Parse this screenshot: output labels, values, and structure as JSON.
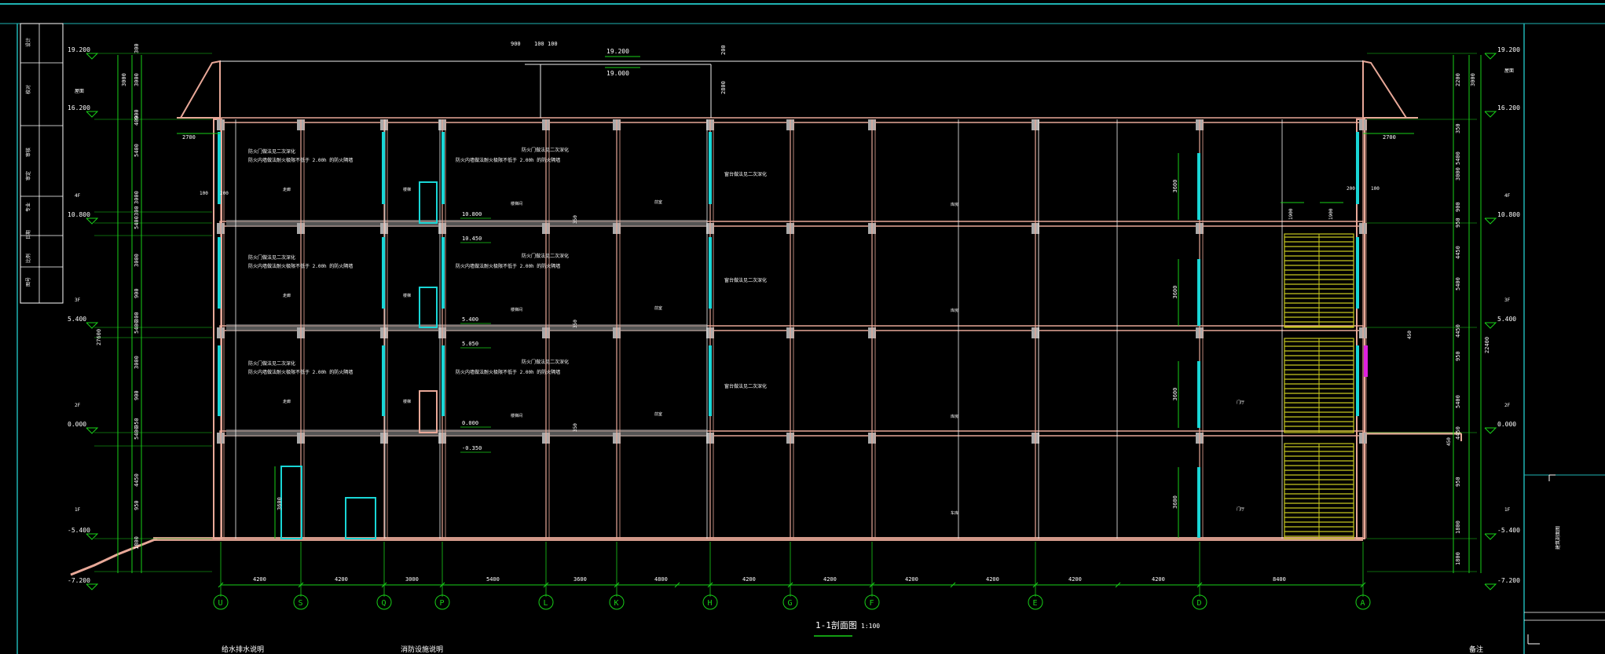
{
  "colors": {
    "background": "#000000",
    "frame": "#1fb3b3",
    "dimension": "#19d019",
    "wall": "#e8a898",
    "floor_slab": "#f0f0f0",
    "window": "#19d6d6",
    "stair": "#c8c820",
    "text": "#ffffff",
    "grid_bubble": "#19d019",
    "magenta": "#e020e0"
  },
  "drawing_title": "1-1剖面图",
  "drawing_scale": "1:100",
  "elevations_left": [
    "19.200",
    "16.200",
    "10.800",
    "5.400",
    "0.000",
    "-5.400",
    "-7.200"
  ],
  "elevations_right": [
    "19.200",
    "16.200",
    "10.800",
    "5.400",
    "0.000",
    "-5.400",
    "-7.200"
  ],
  "floor_labels": [
    "4F",
    "3F",
    "2F",
    "1F"
  ],
  "roof_label": "屋面",
  "left_dims_inner": [
    "300",
    "3000",
    "900",
    "400",
    "5400",
    "3000",
    "300",
    "5400",
    "3000",
    "900",
    "300",
    "5400",
    "3000",
    "900",
    "950",
    "5400",
    "4450",
    "950",
    "1800"
  ],
  "left_dims_outer": [
    "3000",
    "27600"
  ],
  "right_dims_inner": [
    "2200",
    "350",
    "5400",
    "3000",
    "900",
    "950",
    "4450",
    "5400",
    "4450",
    "950",
    "5400",
    "4450",
    "950",
    "1800",
    "1800"
  ],
  "right_dims_outer": [
    "3000",
    "22400"
  ],
  "top_dims": [
    "900",
    "100",
    "100",
    "200",
    "2800"
  ],
  "top_elevations": [
    "19.200",
    "19.000"
  ],
  "eave_dims": [
    "2700",
    "2700",
    "100",
    "200",
    "200",
    "100"
  ],
  "bottom_dims": [
    "4200",
    "4200",
    "3000",
    "5400",
    "3600",
    "4800",
    "4200",
    "4200",
    "4200",
    "4200",
    "4200",
    "4200",
    "8400"
  ],
  "grid_axes": [
    "U",
    "S",
    "Q",
    "P",
    "L",
    "K",
    "H",
    "G",
    "F",
    "E",
    "D",
    "A"
  ],
  "mid_elevations": [
    "10.800",
    "10.450",
    "5.400",
    "5.050",
    "0.000",
    "-0.350"
  ],
  "notes": {
    "fire_door_note_1": "防火门做法见二次深化",
    "fire_door_note_2": "防火内墙做法耐火极限不低于 2.00h 的防火隔墙",
    "window_note": "窗台做法见二次深化",
    "room_small_1": "走廊",
    "room_small_2": "楼梯",
    "room_small_3": "楼梯间",
    "room_mid": "前室",
    "room_big": "库房",
    "room_big_1": "车库",
    "room_a": "门厅",
    "dim_3600": "3600",
    "dim_1900": "1900",
    "dim_350": "350",
    "dim_450": "450",
    "dim_100": "100"
  },
  "side_panel": [
    "设计",
    "校对",
    "审核",
    "审定",
    "专业",
    "日期",
    "比例",
    "图号"
  ],
  "bottom_notes": [
    "给水排水说明",
    "消防设施说明",
    "备注"
  ],
  "right_panel_label": "建筑剖面图"
}
